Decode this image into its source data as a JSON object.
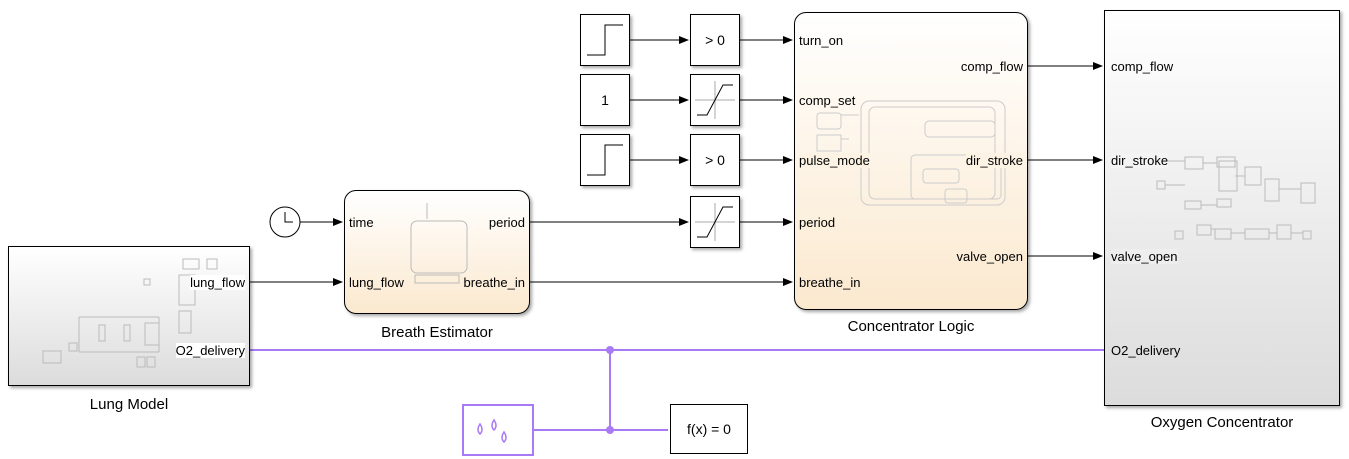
{
  "blocks": {
    "lung_model": {
      "name": "Lung Model",
      "ports": {
        "lung_flow": "lung_flow",
        "o2_delivery": "O2_delivery"
      }
    },
    "breath_estimator": {
      "name": "Breath Estimator",
      "ports": {
        "time": "time",
        "lung_flow": "lung_flow",
        "period": "period",
        "breathe_in": "breathe_in"
      }
    },
    "concentrator_logic": {
      "name": "Concentrator Logic",
      "ports": {
        "turn_on": "turn_on",
        "comp_set": "comp_set",
        "pulse_mode": "pulse_mode",
        "period": "period",
        "breathe_in": "breathe_in",
        "comp_flow": "comp_flow",
        "dir_stroke": "dir_stroke",
        "valve_open": "valve_open"
      }
    },
    "oxygen_concentrator": {
      "name": "Oxygen Concentrator",
      "ports": {
        "comp_flow": "comp_flow",
        "dir_stroke": "dir_stroke",
        "valve_open": "valve_open",
        "o2_delivery": "O2_delivery"
      }
    },
    "constant": {
      "value": "1"
    },
    "compare_1": {
      "label": "> 0"
    },
    "compare_2": {
      "label": "> 0"
    },
    "solver": {
      "label": "f(x) = 0"
    }
  },
  "colors": {
    "physical_line": "#a97af5",
    "chart_fill_bottom": "#fbe9cf"
  },
  "icons": {
    "clock": "clock-icon",
    "step": "step-icon",
    "saturation": "saturation-icon",
    "fluid": "fluid-droplets-icon"
  }
}
